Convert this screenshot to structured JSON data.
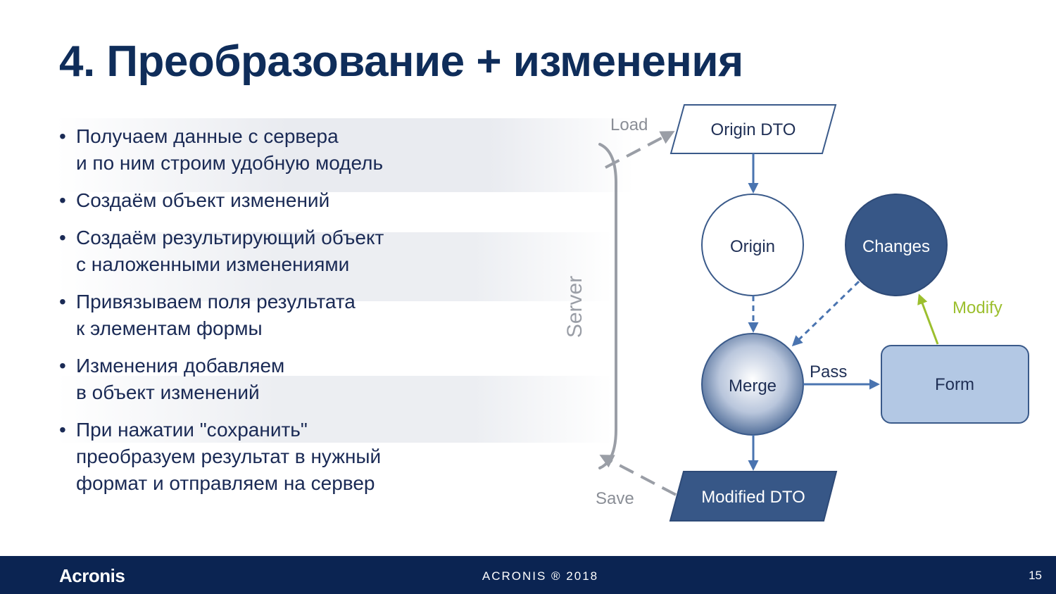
{
  "slide": {
    "title": "4. Преобразование + изменения",
    "page_number": "15"
  },
  "bullets": [
    {
      "lines": [
        "Получаем данные с сервера",
        "и по ним строим удобную модель"
      ]
    },
    {
      "lines": [
        "Создаём объект изменений"
      ]
    },
    {
      "lines": [
        "Создаём результирующий объект",
        "с наложенными изменениями"
      ]
    },
    {
      "lines": [
        "Привязываем поля результата",
        "к элементам формы"
      ]
    },
    {
      "lines": [
        "Изменения добавляем",
        "в объект изменений"
      ]
    },
    {
      "lines": [
        "При нажатии \"сохранить\"",
        "преобразуем результат в нужный",
        "формат и отправляем на сервер"
      ]
    }
  ],
  "bullet_glyph": "•",
  "diagram": {
    "server_label": "Server",
    "load_label": "Load",
    "save_label": "Save",
    "origin_dto_label": "Origin DTO",
    "origin_label": "Origin",
    "changes_label": "Changes",
    "merge_label": "Merge",
    "form_label": "Form",
    "modified_dto_label": "Modified DTO",
    "pass_label": "Pass",
    "modify_label": "Modify",
    "colors": {
      "dark_blue": "#3a5a8a",
      "arrow_blue": "#4a74b0",
      "light_blue": "#b3c8e4",
      "gray": "#9a9ea6",
      "green": "#9cbf2e"
    }
  },
  "footer": {
    "logo": "Acronis",
    "center_text": "ACRONIS ® 2018"
  }
}
